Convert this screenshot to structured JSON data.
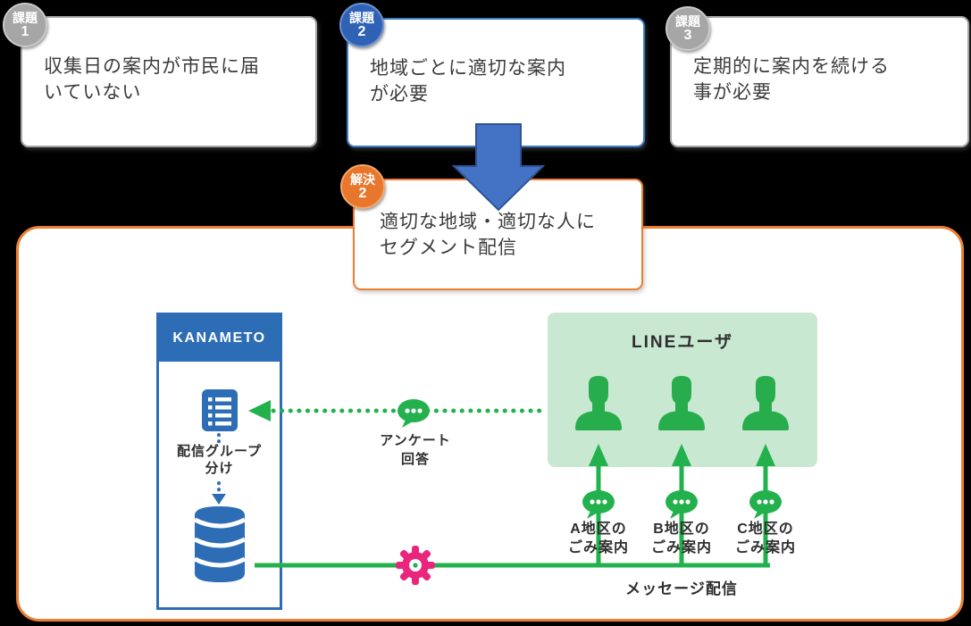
{
  "issues": [
    {
      "badge_label": "課題",
      "badge_number": "1",
      "text": "収集日の案内が市民に届\nいていない"
    },
    {
      "badge_label": "課題",
      "badge_number": "2",
      "text": "地域ごとに適切な案内\nが必要"
    },
    {
      "badge_label": "課題",
      "badge_number": "3",
      "text": "定期的に案内を続ける\n事が必要"
    }
  ],
  "solution": {
    "badge_label": "解決",
    "badge_number": "2",
    "text": "適切な地域・適切な人に\nセグメント配信"
  },
  "flow": {
    "kanameto": {
      "title": "KANAMETO",
      "grouping_label": "配信グループ\n分け"
    },
    "line_users": {
      "title": "LINEユーザ",
      "user_count": 3
    },
    "survey_label": "アンケート\n回答",
    "districts": [
      {
        "label": "A地区の\nごみ案内"
      },
      {
        "label": "B地区の\nごみ案内"
      },
      {
        "label": "C地区の\nごみ案内"
      }
    ],
    "message_delivery_label": "メッセージ配信"
  },
  "icons": {
    "grouping": "list-icon",
    "storage": "database-icon",
    "user": "person-icon",
    "survey": "chat-bubble-icon",
    "delivery": "gear-icon",
    "flow_arrow": "down-arrow-icon"
  },
  "colors": {
    "background": "#000000",
    "issue_gray": "#a6a6a6",
    "issue_blue": "#3d7cc9",
    "badge_blue": "#2f62b5",
    "solution_orange": "#ed7d31",
    "arrow_blue": "#4472c4",
    "kanameto_blue": "#2d6db5",
    "line_green": "#22b14c",
    "light_green": "#c9e8d2",
    "gear_pink": "#e9267c",
    "text_dark": "#3b3b3b"
  }
}
